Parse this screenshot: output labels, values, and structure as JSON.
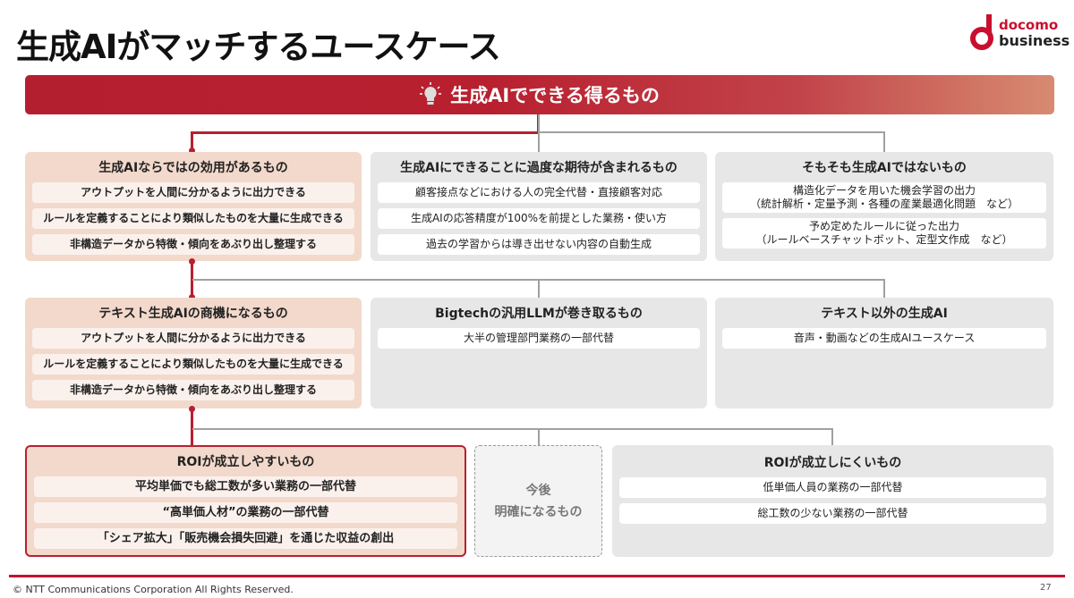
{
  "title": "生成AIがマッチするユースケース",
  "logo": {
    "line1": "docomo",
    "line2": "business"
  },
  "banner": {
    "icon": "lightbulb-icon",
    "label": "生成AIでできる得るもの"
  },
  "row1": [
    {
      "title": "生成AIならではの効用があるもの",
      "items": [
        "アウトプットを人間に分かるように出力できる",
        "ルールを定義することにより類似したものを大量に生成できる",
        "非構造データから特徴・傾向をあぶり出し整理する"
      ]
    },
    {
      "title": "生成AIにできることに過度な期待が含まれるもの",
      "items": [
        "顧客接点などにおける人の完全代替・直接顧客対応",
        "生成AIの応答精度が100%を前提とした業務・使い方",
        "過去の学習からは導き出せない内容の自動生成"
      ]
    },
    {
      "title": "そもそも生成AIではないもの",
      "items": [
        "構造化データを用いた機会学習の出力",
        "（統計解析・定量予測・各種の産業最適化問題　など）",
        "予め定めたルールに従った出力",
        "（ルールベースチャットボット、定型文作成　など）"
      ]
    }
  ],
  "row2": [
    {
      "title": "テキスト生成AIの商機になるもの",
      "items": [
        "アウトプットを人間に分かるように出力できる",
        "ルールを定義することにより類似したものを大量に生成できる",
        "非構造データから特徴・傾向をあぶり出し整理する"
      ]
    },
    {
      "title": "Bigtechの汎用LLMが巻き取るもの",
      "items": [
        "大半の管理部門業務の一部代替"
      ]
    },
    {
      "title": "テキスト以外の生成AI",
      "items": [
        "音声・動画などの生成AIユースケース"
      ]
    }
  ],
  "row3": [
    {
      "title": "ROIが成立しやすいもの",
      "items": [
        "平均単価でも総工数が多い業務の一部代替",
        "“高単価人材”の業務の一部代替",
        "「シェア拡大」「販売機会損失回避」を通じた収益の創出"
      ]
    },
    {
      "title_line1": "今後",
      "title_line2": "明確になるもの"
    },
    {
      "title": "ROIが成立しにくいもの",
      "items": [
        "低単価人員の業務の一部代替",
        "総工数の少ない業務の一部代替"
      ]
    }
  ],
  "footer": {
    "copyright": "© NTT Communications Corporation All Rights Reserved.",
    "page": "27"
  },
  "colors": {
    "brand_red": "#b8202f",
    "peach": "#f2d9cb",
    "gray": "#e7e7e7"
  }
}
